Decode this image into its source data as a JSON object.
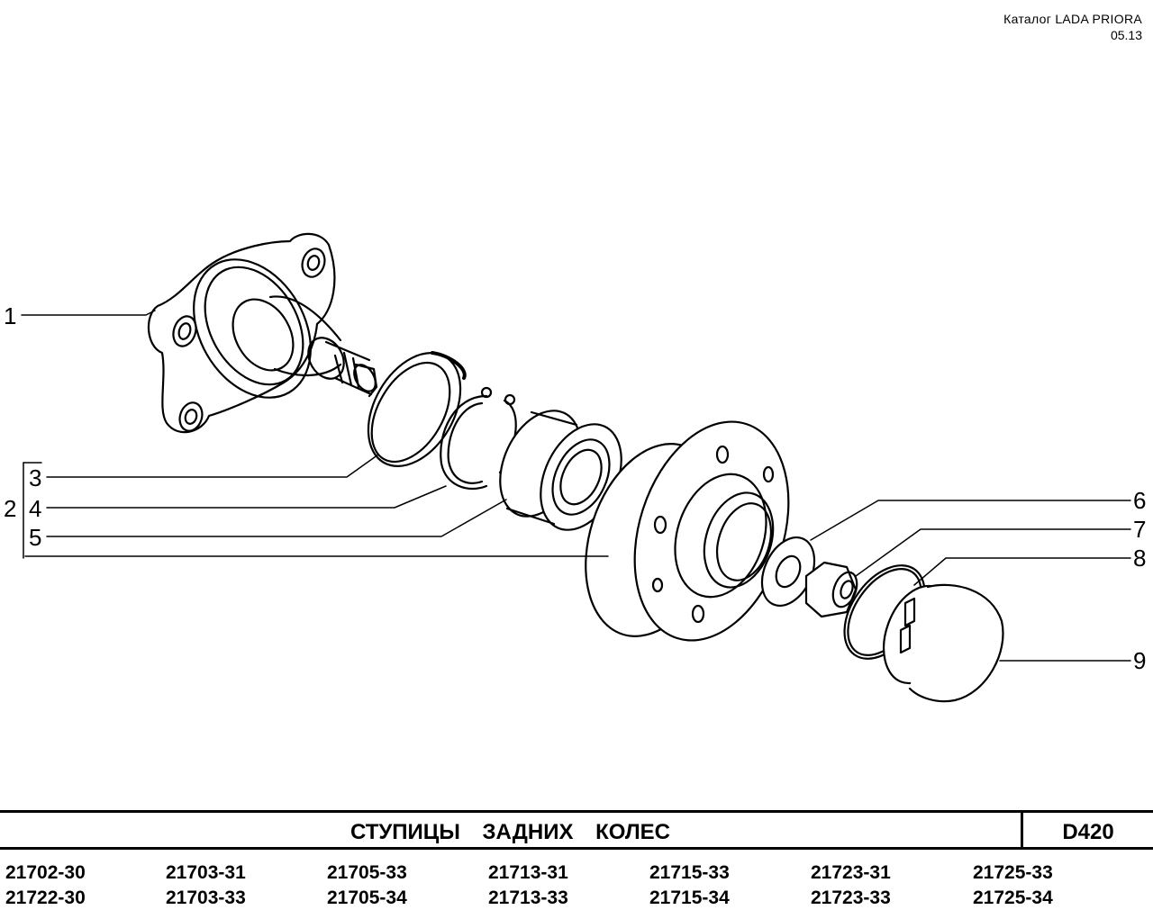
{
  "header": {
    "catalog": "Каталог  LADA  PRIORA",
    "date": "05.13"
  },
  "callouts": [
    "1",
    "2",
    "3",
    "4",
    "5",
    "6",
    "7",
    "8",
    "9"
  ],
  "title": "СТУПИЦЫ   ЗАДНИХ   КОЛЕС",
  "code": "D420",
  "models": [
    [
      "21702-30",
      "21722-30"
    ],
    [
      "21703-31",
      "21703-33"
    ],
    [
      "21705-33",
      "21705-34"
    ],
    [
      "21713-31",
      "21713-33"
    ],
    [
      "21715-33",
      "21715-34"
    ],
    [
      "21723-31",
      "21723-33"
    ],
    [
      "21725-33",
      "21725-34"
    ]
  ]
}
